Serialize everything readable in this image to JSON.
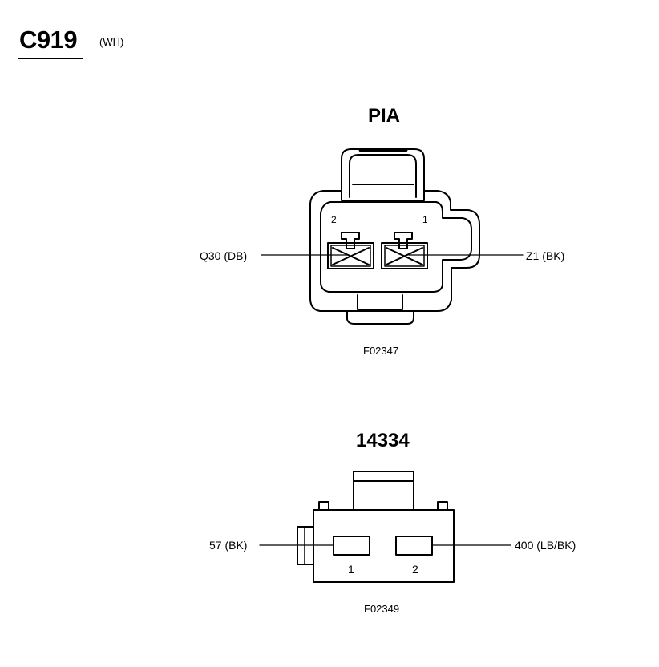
{
  "header": {
    "connector_id": "C919",
    "connector_color": "(WH)"
  },
  "top_view": {
    "title": "PIA",
    "figure_id": "F02347",
    "pins": [
      {
        "number": "2",
        "wire": "Q30 (DB)"
      },
      {
        "number": "1",
        "wire": "Z1 (BK)"
      }
    ]
  },
  "bottom_view": {
    "title": "14334",
    "figure_id": "F02349",
    "pins": [
      {
        "number": "1",
        "wire": "57 (BK)"
      },
      {
        "number": "2",
        "wire": "400 (LB/BK)"
      }
    ]
  }
}
